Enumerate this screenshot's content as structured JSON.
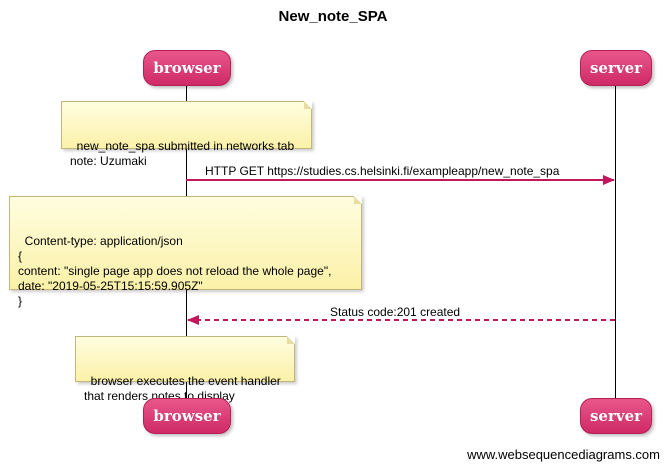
{
  "title": "New_note_SPA",
  "participants": {
    "browser": "browser",
    "server": "server"
  },
  "notes": {
    "submitted": "new_note_spa submitted in networks tab\nnote: Uzumaki",
    "payload": "Content-type: application/json\n{\ncontent: \"single page app does not reload the whole page\",\ndate: \"2019-05-25T15:15:59.905Z\"\n}",
    "handler": "browser executes the event handler\nthat renders notes to display"
  },
  "messages": {
    "request": "HTTP GET https://studies.cs.helsinki.fi/exampleapp/new_note_spa",
    "response": "Status code:201 created"
  },
  "colors": {
    "actor": "#d6336f",
    "arrow": "#c2185b",
    "note": "#fbf1a8"
  },
  "watermark": "www.websequencediagrams.com"
}
